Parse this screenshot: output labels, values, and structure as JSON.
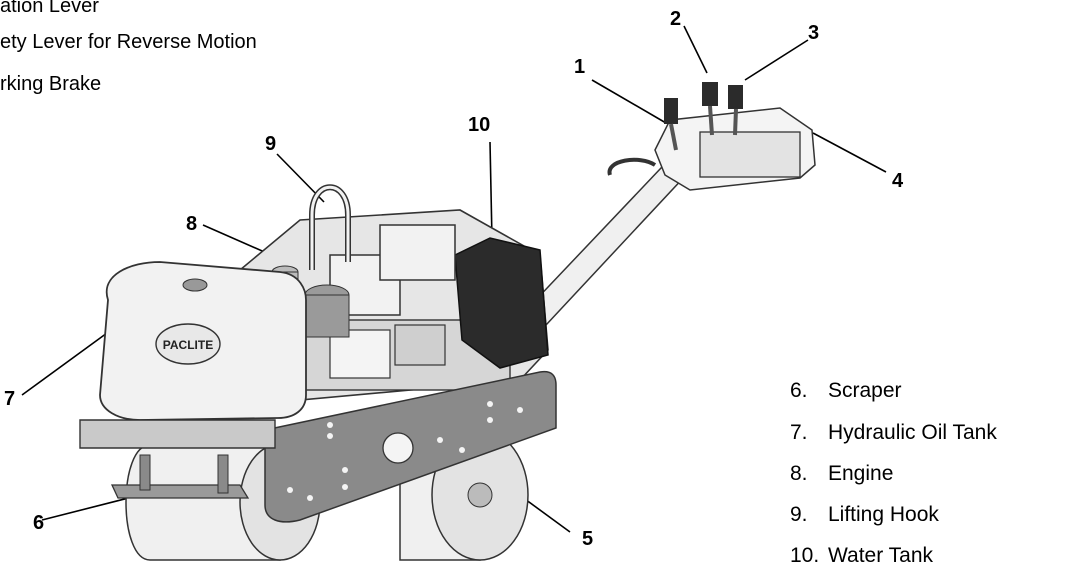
{
  "top_items": [
    "ation Lever",
    "ety Lever for Reverse Motion",
    "rking Brake"
  ],
  "callouts": [
    "1",
    "2",
    "3",
    "4",
    "5",
    "6",
    "7",
    "8",
    "9",
    "10"
  ],
  "legend": [
    {
      "num": "6.",
      "label": "Scraper"
    },
    {
      "num": "7.",
      "label": "Hydraulic Oil Tank"
    },
    {
      "num": "8.",
      "label": "Engine"
    },
    {
      "num": "9.",
      "label": "Lifting Hook"
    },
    {
      "num": "10.",
      "label": "Water Tank"
    }
  ],
  "brand_label": "PACLITE",
  "colors": {
    "body": "#f2f2f2",
    "frame": "#8a8a8a",
    "dark": "#2b2b2b",
    "outline": "#333333"
  }
}
